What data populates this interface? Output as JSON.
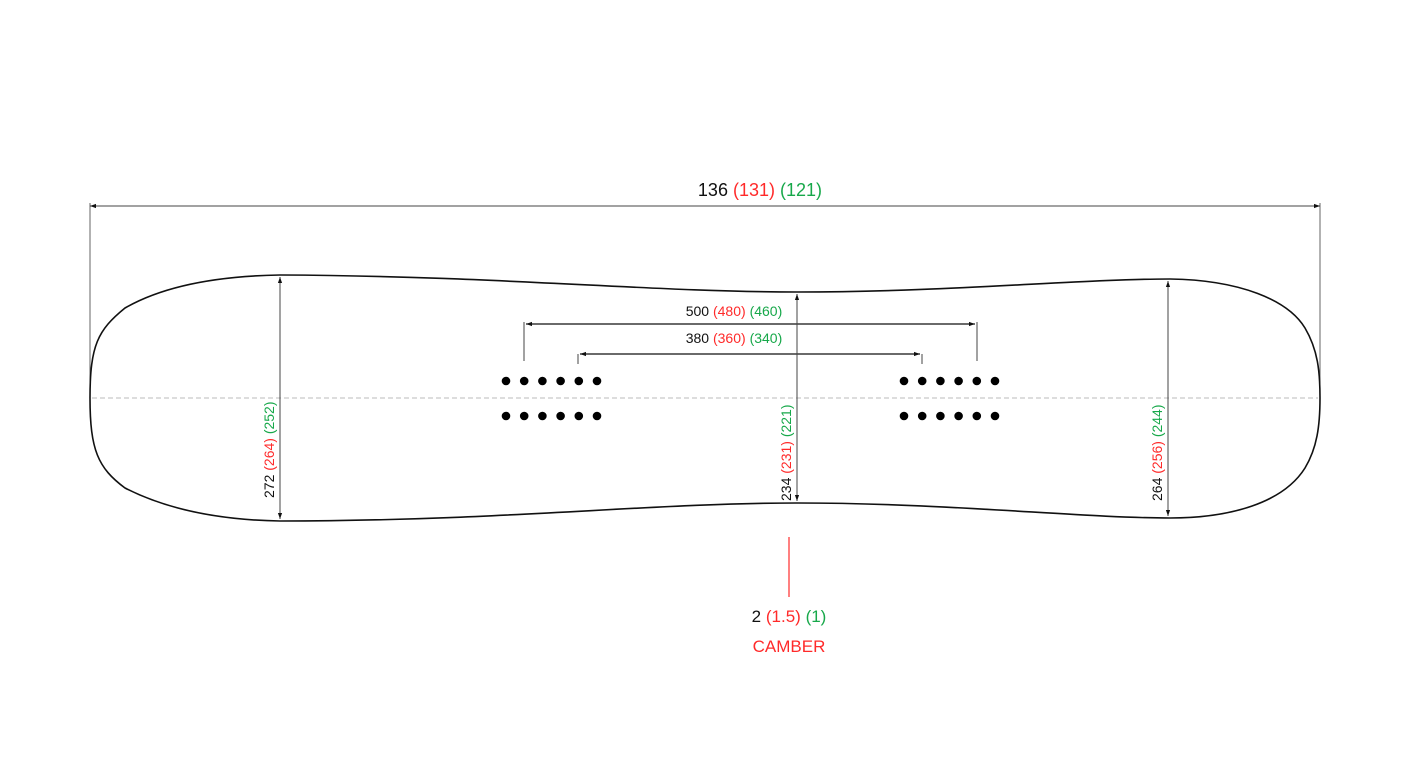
{
  "colors": {
    "primary": "#111111",
    "alt1": "#ff2a2a",
    "alt2": "#17a84a"
  },
  "overall_length": {
    "main": "136",
    "alt1": "(131)",
    "alt2": "(121)"
  },
  "stance_max": {
    "main": "500",
    "alt1": "(480)",
    "alt2": "(460)"
  },
  "stance_min": {
    "main": "380",
    "alt1": "(360)",
    "alt2": "(340)"
  },
  "nose_width": {
    "main": "272",
    "alt1": "(264)",
    "alt2": "(252)"
  },
  "waist_width": {
    "main": "234",
    "alt1": "(231)",
    "alt2": "(221)"
  },
  "tail_width": {
    "main": "264",
    "alt1": "(256)",
    "alt2": "(244)"
  },
  "camber": {
    "main": "2",
    "alt1": "(1.5)",
    "alt2": "(1)",
    "label": "CAMBER"
  }
}
